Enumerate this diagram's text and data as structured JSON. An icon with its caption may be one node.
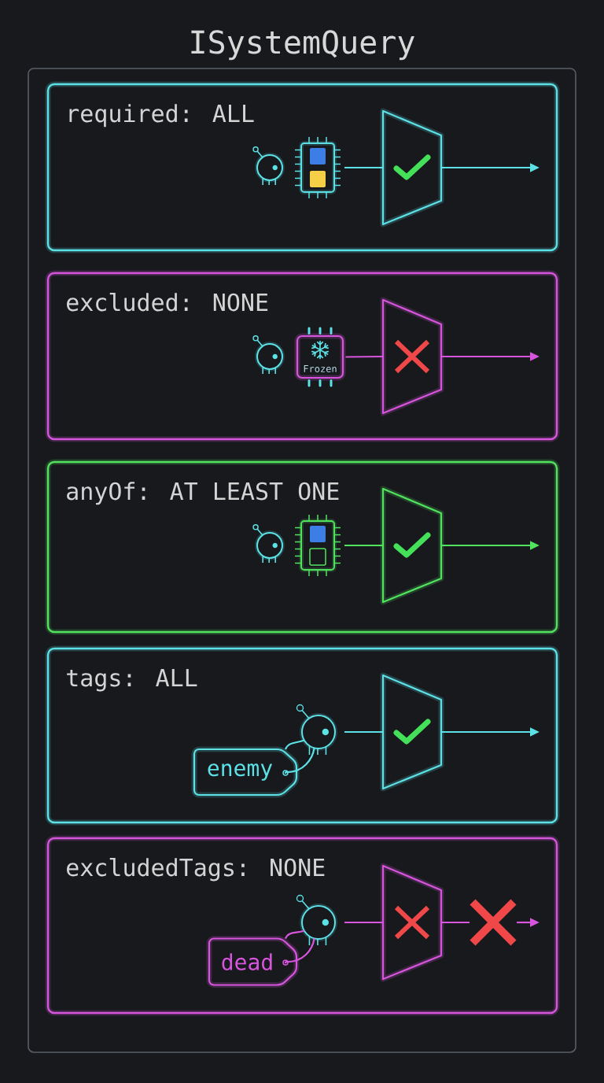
{
  "diagram": {
    "nodes": [
      {
        "text": [
          "ISystemQuery"
        ]
      },
      {
        "text": [
          "required: ALL"
        ],
        "in": 0
      },
      {
        "text": [],
        "shape": "picture",
        "in": 1
      },
      {
        "text": [],
        "shape": "picture",
        "in": 1
      },
      {
        "text": [],
        "shape": "trapezoid",
        "in": 1
      },
      {
        "text": [
          "excluded: NONE"
        ],
        "in": 0
      },
      {
        "text": [],
        "shape": "picture",
        "in": 5
      },
      {
        "text": [
          "Frozen"
        ],
        "in": 5
      },
      {
        "text": [],
        "shape": "trapezoid",
        "in": 5
      },
      {
        "text": [
          "anyOf: AT LEAST ONE"
        ],
        "in": 0
      },
      {
        "text": [],
        "shape": "picture",
        "in": 9
      },
      {
        "text": [],
        "shape": "picture",
        "in": 9
      },
      {
        "text": [],
        "shape": "trapezoid",
        "in": 9
      },
      {
        "text": [
          "tags: ALL"
        ],
        "in": 0
      },
      {
        "text": [],
        "shape": "picture",
        "in": 13
      },
      {
        "text": [
          "enemy"
        ],
        "in": 13
      },
      {
        "text": [],
        "shape": "trapezoid",
        "in": 13
      },
      {
        "text": [
          "excludedTags: NONE"
        ],
        "in": 0
      },
      {
        "text": [],
        "shape": "picture",
        "in": 17
      },
      {
        "text": [
          "dead"
        ],
        "in": 17
      },
      {
        "text": [],
        "shape": "trapezoid",
        "in": 17
      },
      {
        "text": [],
        "shape": "cross",
        "in": 17
      }
    ],
    "edges": [
      {
        "from": 3,
        "to": 4,
        "arrow": "none",
        "color": "#5ce1e6"
      },
      {
        "from": 4,
        "to": null,
        "arrow": "to",
        "color": "#5ce1e6"
      },
      {
        "from": 7,
        "to": 8,
        "arrow": "none",
        "color": "#d655dc"
      },
      {
        "from": 8,
        "to": null,
        "arrow": "to",
        "color": "#d655dc"
      },
      {
        "from": 11,
        "to": 12,
        "arrow": "none",
        "color": "#52e35e"
      },
      {
        "from": 12,
        "to": null,
        "arrow": "to",
        "color": "#52e35e"
      },
      {
        "from": 15,
        "to": 14,
        "arrow": "none",
        "color": "#5ce1e6"
      },
      {
        "from": 14,
        "to": 16,
        "arrow": "none",
        "color": "#5ce1e6"
      },
      {
        "from": 16,
        "to": null,
        "arrow": "to",
        "color": "#5ce1e6"
      },
      {
        "from": 19,
        "to": 18,
        "arrow": "none",
        "color": "#d655dc"
      },
      {
        "from": 18,
        "to": 20,
        "arrow": "none",
        "color": "#d655dc"
      },
      {
        "from": 20,
        "to": 21,
        "arrow": "none",
        "color": "#d655dc"
      },
      {
        "from": 21,
        "to": null,
        "arrow": "to",
        "color": "#d655dc"
      }
    ]
  }
}
